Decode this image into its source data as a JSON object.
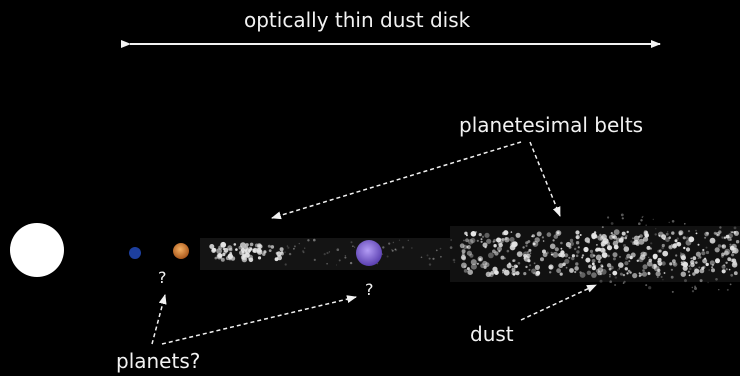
{
  "labels": {
    "disk": "optically thin dust disk",
    "belts": "planetesimal belts",
    "planet_q1": "?",
    "planet_q2": "?",
    "dust": "dust",
    "planets": "planets?"
  },
  "colors": {
    "background": "#000000",
    "star": "#ffffff",
    "text": "#f2f2f2",
    "inner_planet": "#1d3f9e",
    "second_planet": "#d9822b",
    "outer_planet": "#8a6fe0",
    "particles": "#e6e6e6"
  },
  "icons": {
    "star": "star-circle-icon",
    "arrow": "dashed-arrow-icon"
  }
}
